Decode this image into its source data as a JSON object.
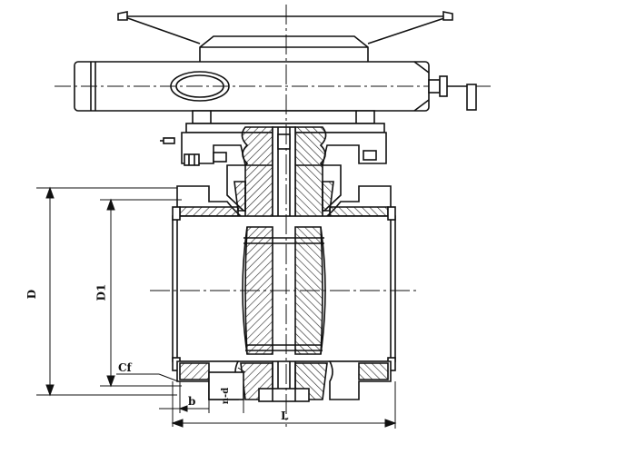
{
  "drawing": {
    "stroke_color": "#111111",
    "hatch_color": "#222222",
    "background": "#ffffff"
  },
  "labels": {
    "D": "D",
    "D1": "D1",
    "Cf": "Cf",
    "b": "b",
    "n_d": "n-d",
    "L": "L"
  }
}
